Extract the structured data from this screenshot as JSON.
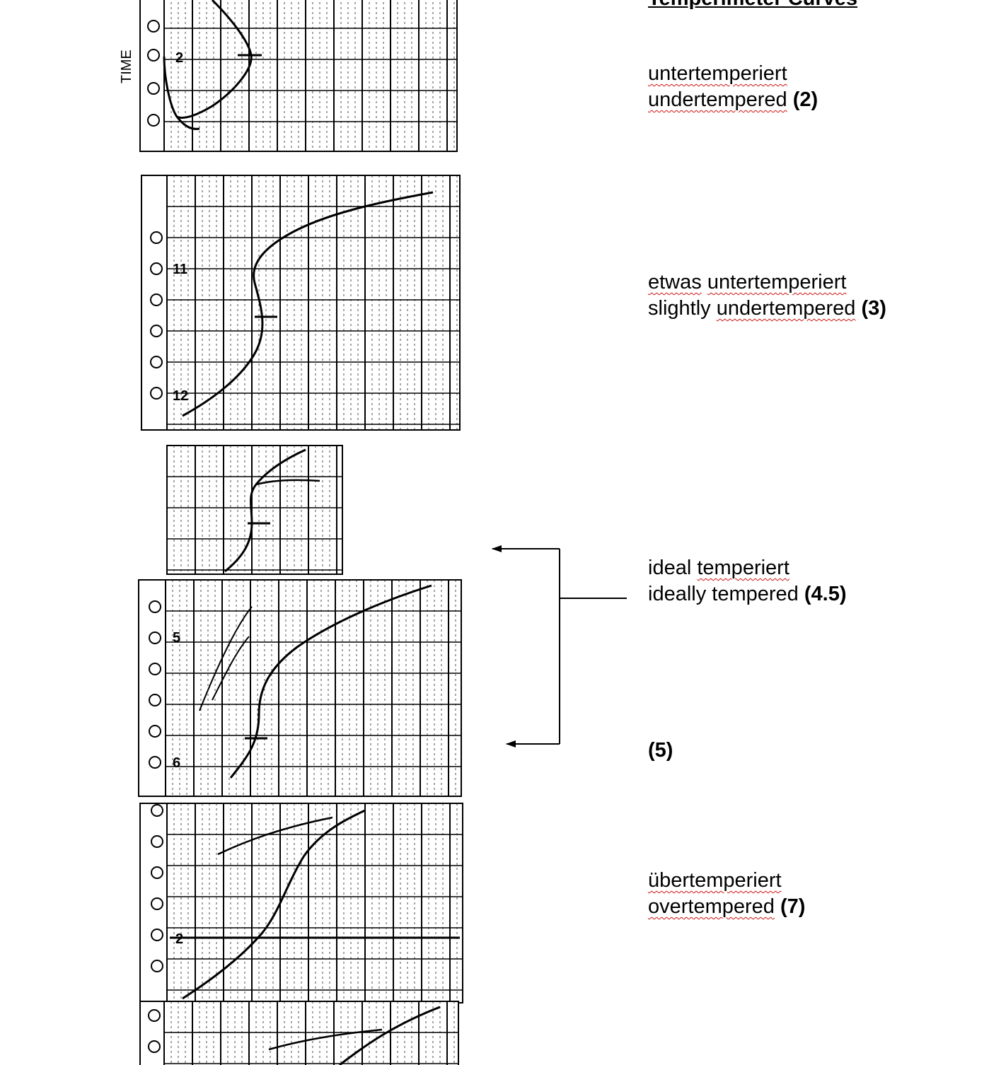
{
  "heading": "Temperimeter Curves",
  "axis_label": "TIME",
  "charts": [
    {
      "name": "undertempered",
      "tick_labels": [
        "2"
      ]
    },
    {
      "name": "slightly-undertempered",
      "tick_labels": [
        "11",
        "12"
      ]
    },
    {
      "name": "ideal-small",
      "tick_labels": []
    },
    {
      "name": "ideal",
      "tick_labels": [
        "5",
        "6"
      ]
    },
    {
      "name": "overtempered",
      "tick_labels": [
        "2"
      ]
    },
    {
      "name": "bottom",
      "tick_labels": []
    }
  ],
  "labels": {
    "under": {
      "de": "untertemperiert",
      "en_word": "undertempered",
      "score": "(2)"
    },
    "slightly": {
      "de_1": "etwas",
      "de_2": "untertemperiert",
      "en_1": "slightly",
      "en_2": "undertempered",
      "score": "(3)"
    },
    "ideal": {
      "de_1": "ideal",
      "de_2": "temperiert",
      "en": "ideally tempered",
      "score": "(4.5)"
    },
    "five": {
      "score": "(5)"
    },
    "over": {
      "de": "übertemperiert",
      "en_word": "overtempered",
      "score": "(7)"
    }
  }
}
